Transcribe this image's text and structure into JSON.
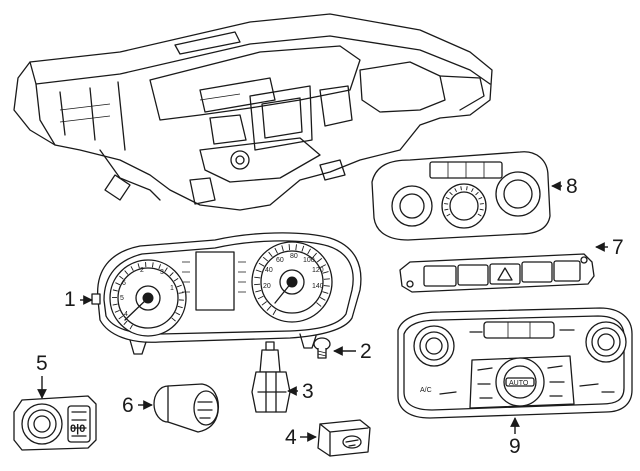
{
  "callouts": [
    {
      "id": "1",
      "label": "1"
    },
    {
      "id": "2",
      "label": "2"
    },
    {
      "id": "3",
      "label": "3"
    },
    {
      "id": "4",
      "label": "4"
    },
    {
      "id": "5",
      "label": "5"
    },
    {
      "id": "6",
      "label": "6"
    },
    {
      "id": "7",
      "label": "7"
    },
    {
      "id": "8",
      "label": "8"
    },
    {
      "id": "9",
      "label": "9"
    }
  ],
  "gauge_labels": {
    "left": [
      "6",
      "5",
      "4",
      "3",
      "2",
      "1"
    ],
    "right": [
      "60",
      "80",
      "100",
      "40",
      "20",
      "120",
      "140"
    ]
  },
  "knob_labels": {
    "hvac_left": "A/C",
    "hvac_center": "AUTO"
  },
  "colors": {
    "line": "#1a1a1a",
    "background": "#ffffff"
  }
}
